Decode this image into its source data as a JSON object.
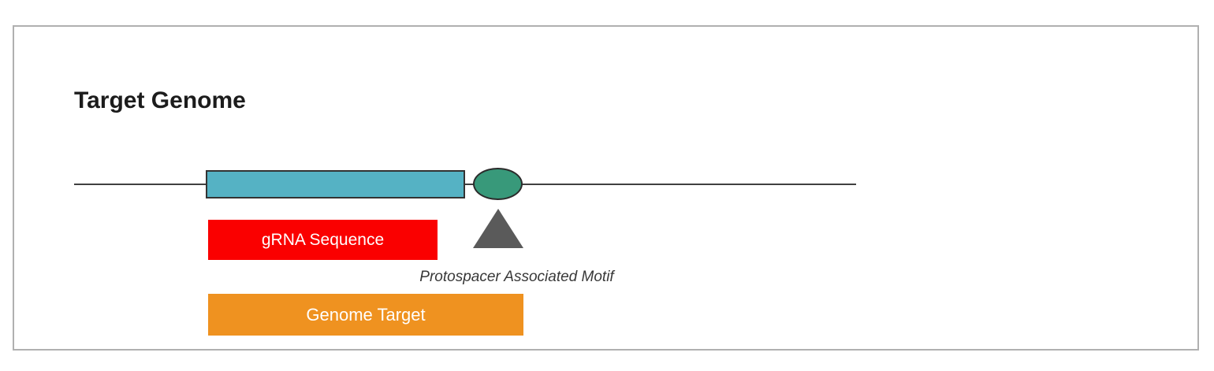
{
  "diagram": {
    "title": "Target Genome",
    "grna_label": "gRNA Sequence",
    "pam_caption": "Protospacer Associated Motif",
    "genome_target_label": "Genome Target"
  },
  "colors": {
    "panel_border": "#b0b0b0",
    "genome_line": "#404040",
    "grna_box_fill": "#55b2c4",
    "grna_box_border": "#333333",
    "pam_ellipse_fill": "#38997a",
    "pam_ellipse_border": "#2b2b2b",
    "pointer_fill": "#5a5a5a",
    "grna_label_bg": "#fa0000",
    "genome_target_bg": "#ef9220",
    "label_text": "#ffffff",
    "title_text": "#1c1c1c",
    "pam_text": "#383838",
    "page_bg": "#ffffff"
  }
}
